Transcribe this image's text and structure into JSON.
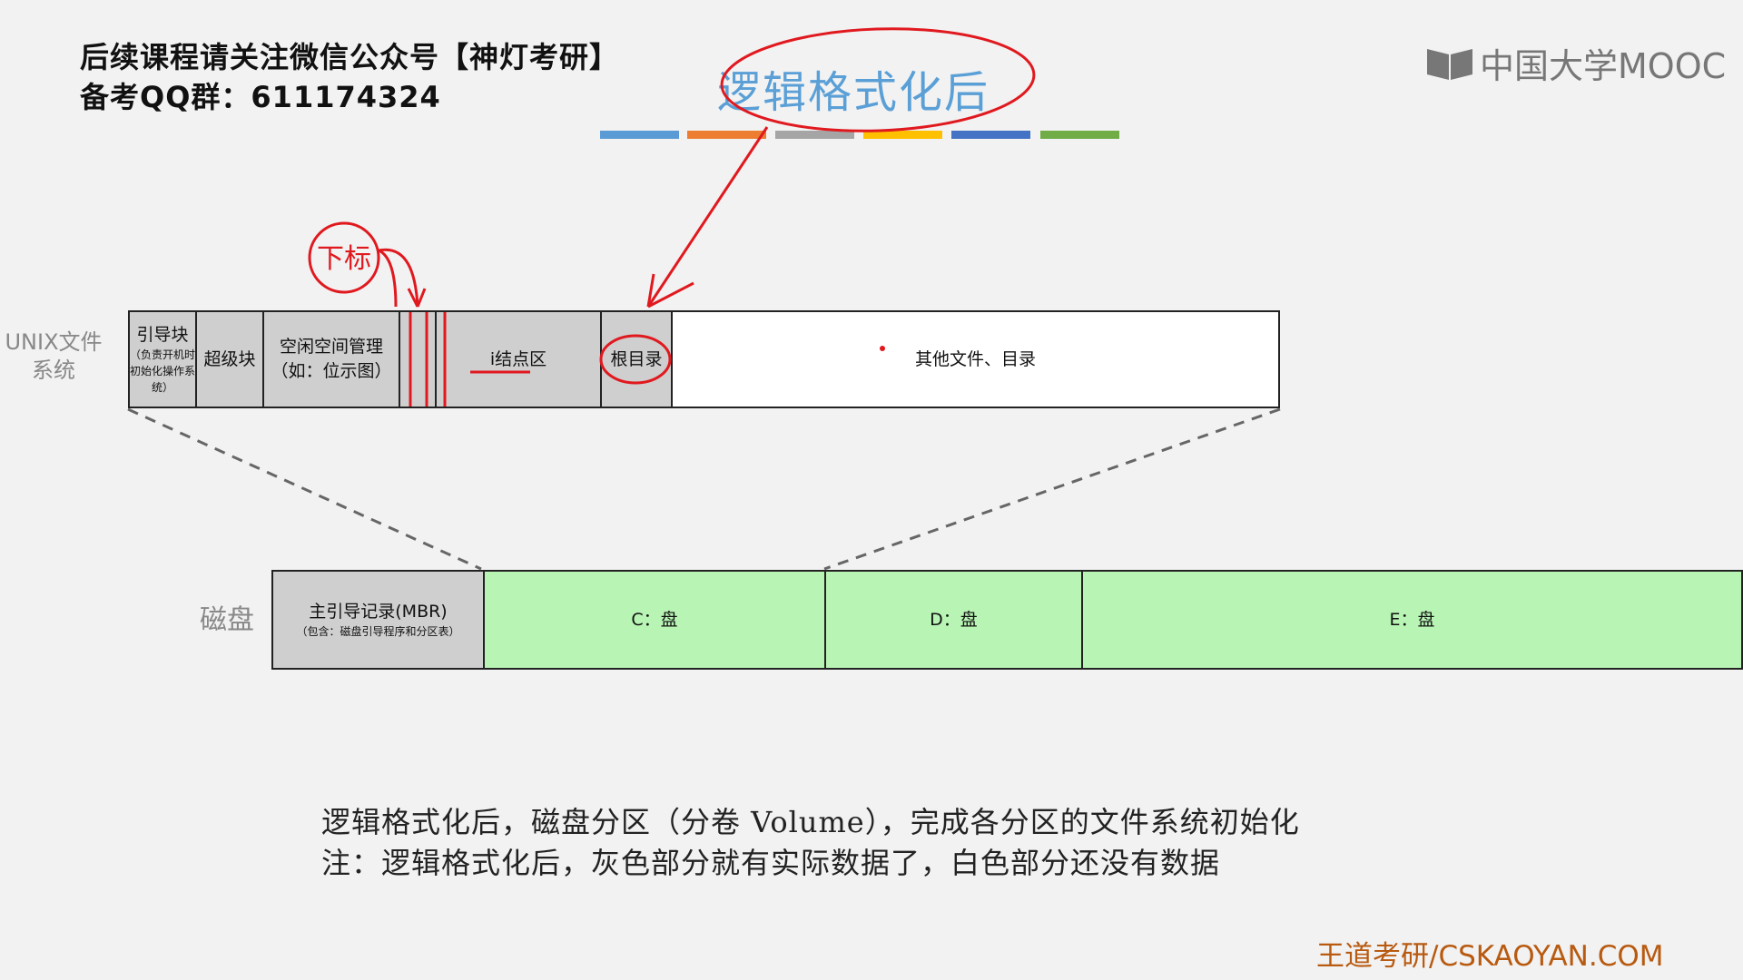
{
  "header": {
    "line1": "后续课程请关注微信公众号【神灯考研】",
    "line2": "备考QQ群：611174324"
  },
  "logo": {
    "text": "中国大学MOOC"
  },
  "annotation": {
    "title": "逻辑格式化后",
    "handwritten": "下标"
  },
  "color_bars": [
    "#5b9bd5",
    "#ed7d31",
    "#a5a5a5",
    "#ffc000",
    "#4472c4",
    "#70ad47"
  ],
  "unix_fs": {
    "label": "UNIX文件系统",
    "cells": [
      {
        "title": "引导块",
        "sub": "（负责开机时初始化操作系统）",
        "fill": "gray"
      },
      {
        "title": "超级块",
        "sub": "",
        "fill": "gray"
      },
      {
        "title": "空闲空间管理",
        "sub": "（如：位示图）",
        "fill": "gray"
      },
      {
        "title": "",
        "sub": "",
        "fill": "gray"
      },
      {
        "title": "i结点区",
        "sub": "",
        "fill": "gray"
      },
      {
        "title": "根目录",
        "sub": "",
        "fill": "gray"
      },
      {
        "title": "其他文件、目录",
        "sub": "",
        "fill": "white"
      }
    ]
  },
  "disk": {
    "label": "磁盘",
    "cells": [
      {
        "title": "主引导记录(MBR)",
        "sub": "（包含：磁盘引导程序和分区表）",
        "fill": "gray"
      },
      {
        "title": "C：盘",
        "sub": "",
        "fill": "green"
      },
      {
        "title": "D：盘",
        "sub": "",
        "fill": "green"
      },
      {
        "title": "E：盘",
        "sub": "",
        "fill": "green"
      }
    ]
  },
  "note": {
    "line1": "逻辑格式化后，磁盘分区（分卷 Volume），完成各分区的文件系统初始化",
    "line2": "注：逻辑格式化后，灰色部分就有实际数据了，白色部分还没有数据"
  },
  "footer": {
    "site": "王道考研/CSKAOYAN.COM"
  },
  "colors": {
    "annotation_red": "#e0191f",
    "title_blue": "#5a9fd6",
    "gray_fill": "#cfcfcf",
    "green_fill": "#b8f5b4",
    "site_orange": "#b85a10"
  }
}
